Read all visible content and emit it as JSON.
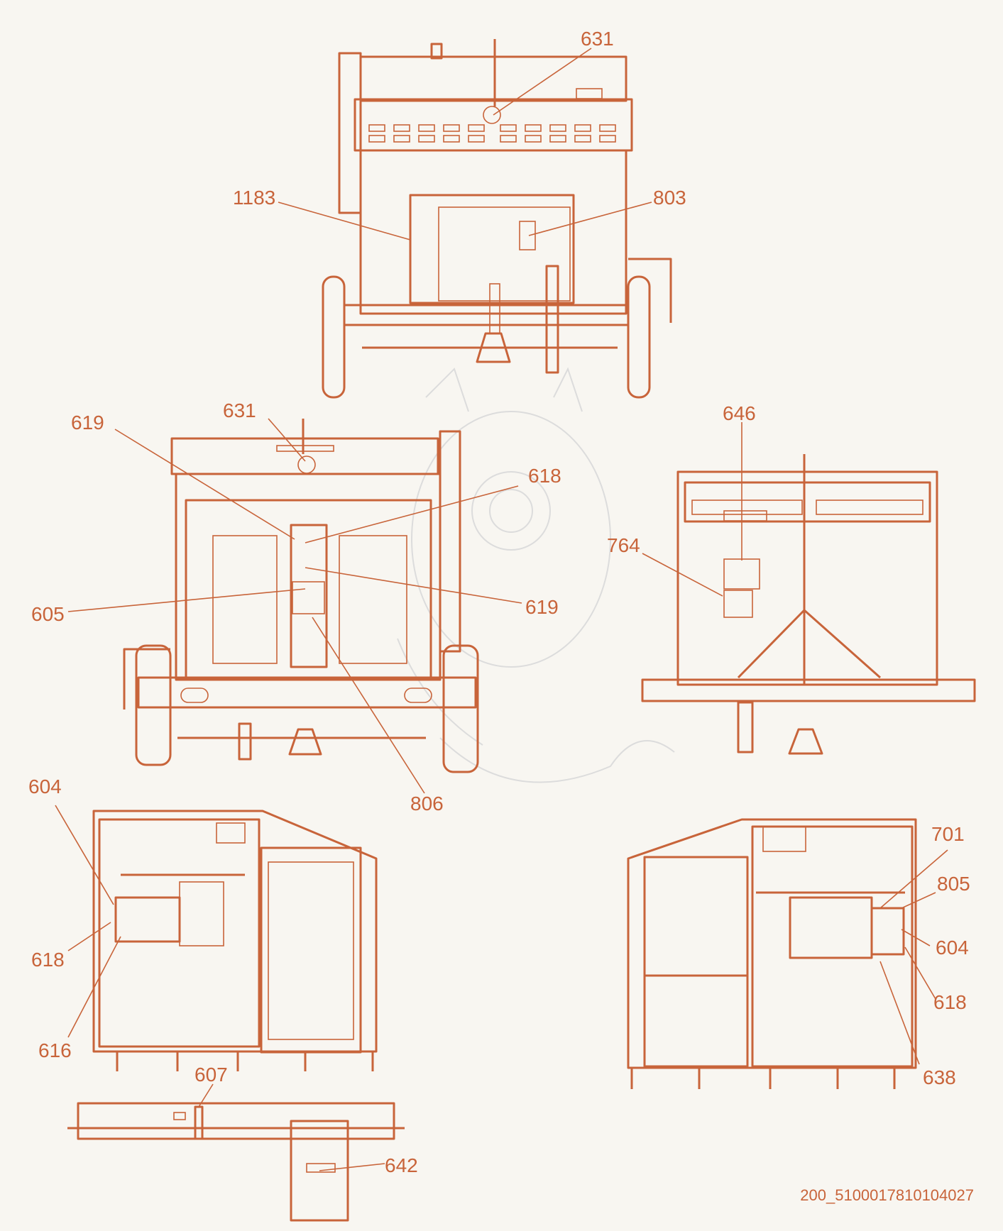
{
  "palette": {
    "line": "#c8643a",
    "background": "#f8f6f1",
    "watermark": "#dcdcdc"
  },
  "drawing_code": "200_5100017810104027",
  "views": {
    "rear": {
      "callouts": [
        "631",
        "1183",
        "803"
      ]
    },
    "front_open": {
      "callouts": [
        "631",
        "619",
        "618",
        "605",
        "619",
        "806"
      ]
    },
    "front_right": {
      "callouts": [
        "646",
        "764"
      ]
    },
    "left_side": {
      "callouts": [
        "604",
        "618",
        "616"
      ]
    },
    "right_side": {
      "callouts": [
        "701",
        "805",
        "604",
        "618",
        "638"
      ]
    },
    "top": {
      "callouts": [
        "607",
        "642"
      ]
    }
  },
  "watermark": {
    "icon": "dragon-watermark-icon"
  }
}
